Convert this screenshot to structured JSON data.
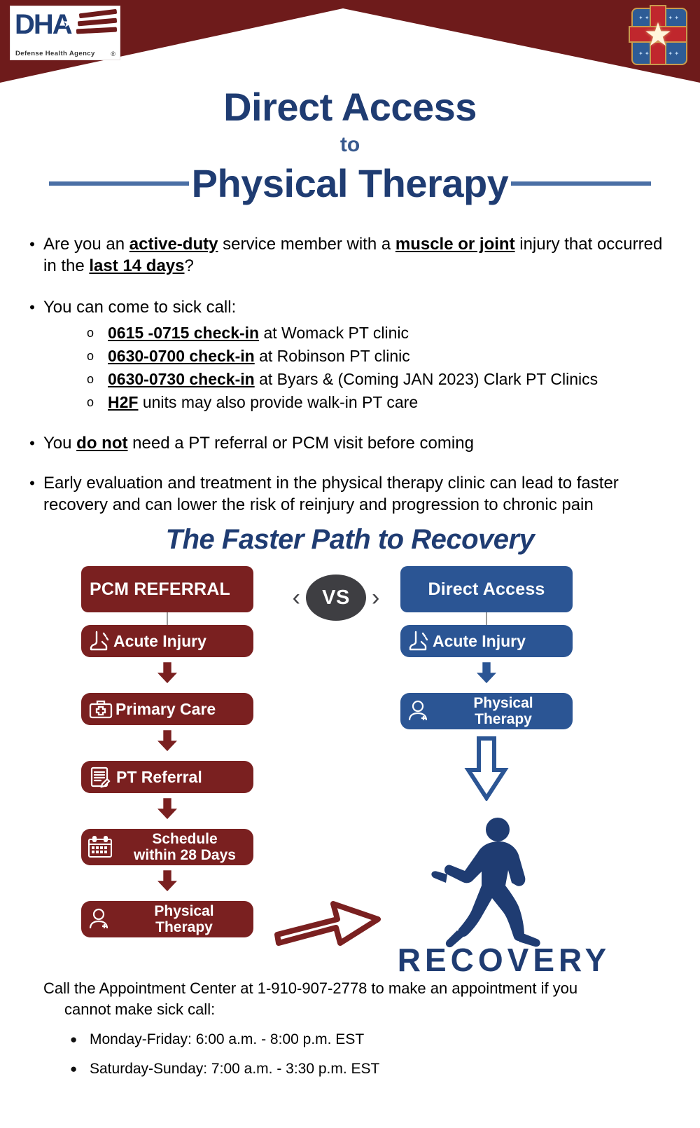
{
  "header": {
    "dha_logo": {
      "acronym": "DHA",
      "subtitle": "Defense Health Agency",
      "registered_mark": "®"
    },
    "medical_emblem_name": "army-medical-cross-emblem"
  },
  "title": {
    "line1": "Direct Access",
    "line2": "to",
    "line3": "Physical Therapy"
  },
  "bullets": {
    "b1": {
      "p1": "Are you an ",
      "em1": "active-duty",
      "p2": " service member with a ",
      "em2": "muscle or joint",
      "p3": " injury that occurred in the ",
      "em3": "last 14 days",
      "p4": "?"
    },
    "b2_lead": "You can come to sick call:",
    "sub": [
      {
        "em": "0615 -0715 check-in",
        "rest": " at Womack PT clinic"
      },
      {
        "em": "0630-0700 check-in",
        "rest": " at Robinson PT clinic"
      },
      {
        "em": "0630-0730 check-in",
        "rest": " at Byars & (Coming JAN 2023) Clark PT Clinics"
      },
      {
        "em": "H2F",
        "rest": " units may also provide walk-in PT care"
      }
    ],
    "b3": {
      "p1": "You ",
      "em1": "do not",
      "p2": " need a PT referral or PCM visit before coming"
    },
    "b4": "Early evaluation and treatment in the physical therapy clinic can lead to faster recovery and can lower the risk of reinjury and progression to chronic pain"
  },
  "flow": {
    "heading": "The Faster Path to Recovery",
    "vs_label": "VS",
    "chevron_left": "‹",
    "chevron_right": "›",
    "left_column": {
      "header": "PCM REFERRAL",
      "color": "#7A2020",
      "steps": [
        {
          "label": "Acute Injury",
          "icon": "foot-ankle-icon"
        },
        {
          "label": "Primary Care",
          "icon": "first-aid-kit-icon"
        },
        {
          "label": "PT Referral",
          "icon": "clipboard-document-icon"
        },
        {
          "label": "Schedule\nwithin 28 Days",
          "line1": "Schedule",
          "line2": "within 28 Days",
          "icon": "calendar-icon"
        },
        {
          "label": "Physical\nTherapy",
          "line1": "Physical",
          "line2": "Therapy",
          "icon": "therapist-person-icon"
        }
      ]
    },
    "right_column": {
      "header": "Direct Access",
      "color": "#2B5594",
      "steps": [
        {
          "label": "Acute Injury",
          "icon": "foot-ankle-icon"
        },
        {
          "label": "Physical\nTherapy",
          "line1": "Physical",
          "line2": "Therapy",
          "icon": "therapist-person-icon"
        }
      ]
    },
    "recovery_label": "RECOVERY",
    "runner_icon": "running-person-silhouette",
    "red_arrow_icon": "diagonal-arrow-icon"
  },
  "footer": {
    "lead_line1": "Call the Appointment Center at 1-910-907-2778 to make an appointment if you",
    "lead_line2": "cannot make sick call:",
    "phone": "1-910-907-2778",
    "hours": [
      "Monday-Friday: 6:00 a.m. - 8:00 p.m. EST",
      "Saturday-Sunday: 7:00 a.m. - 3:30 p.m. EST"
    ]
  },
  "colors": {
    "banner_red": "#6E1B1B",
    "box_red": "#7A2020",
    "box_blue": "#2B5594",
    "navy_text": "#1F3C72",
    "vs_gray": "#3E3E42"
  }
}
